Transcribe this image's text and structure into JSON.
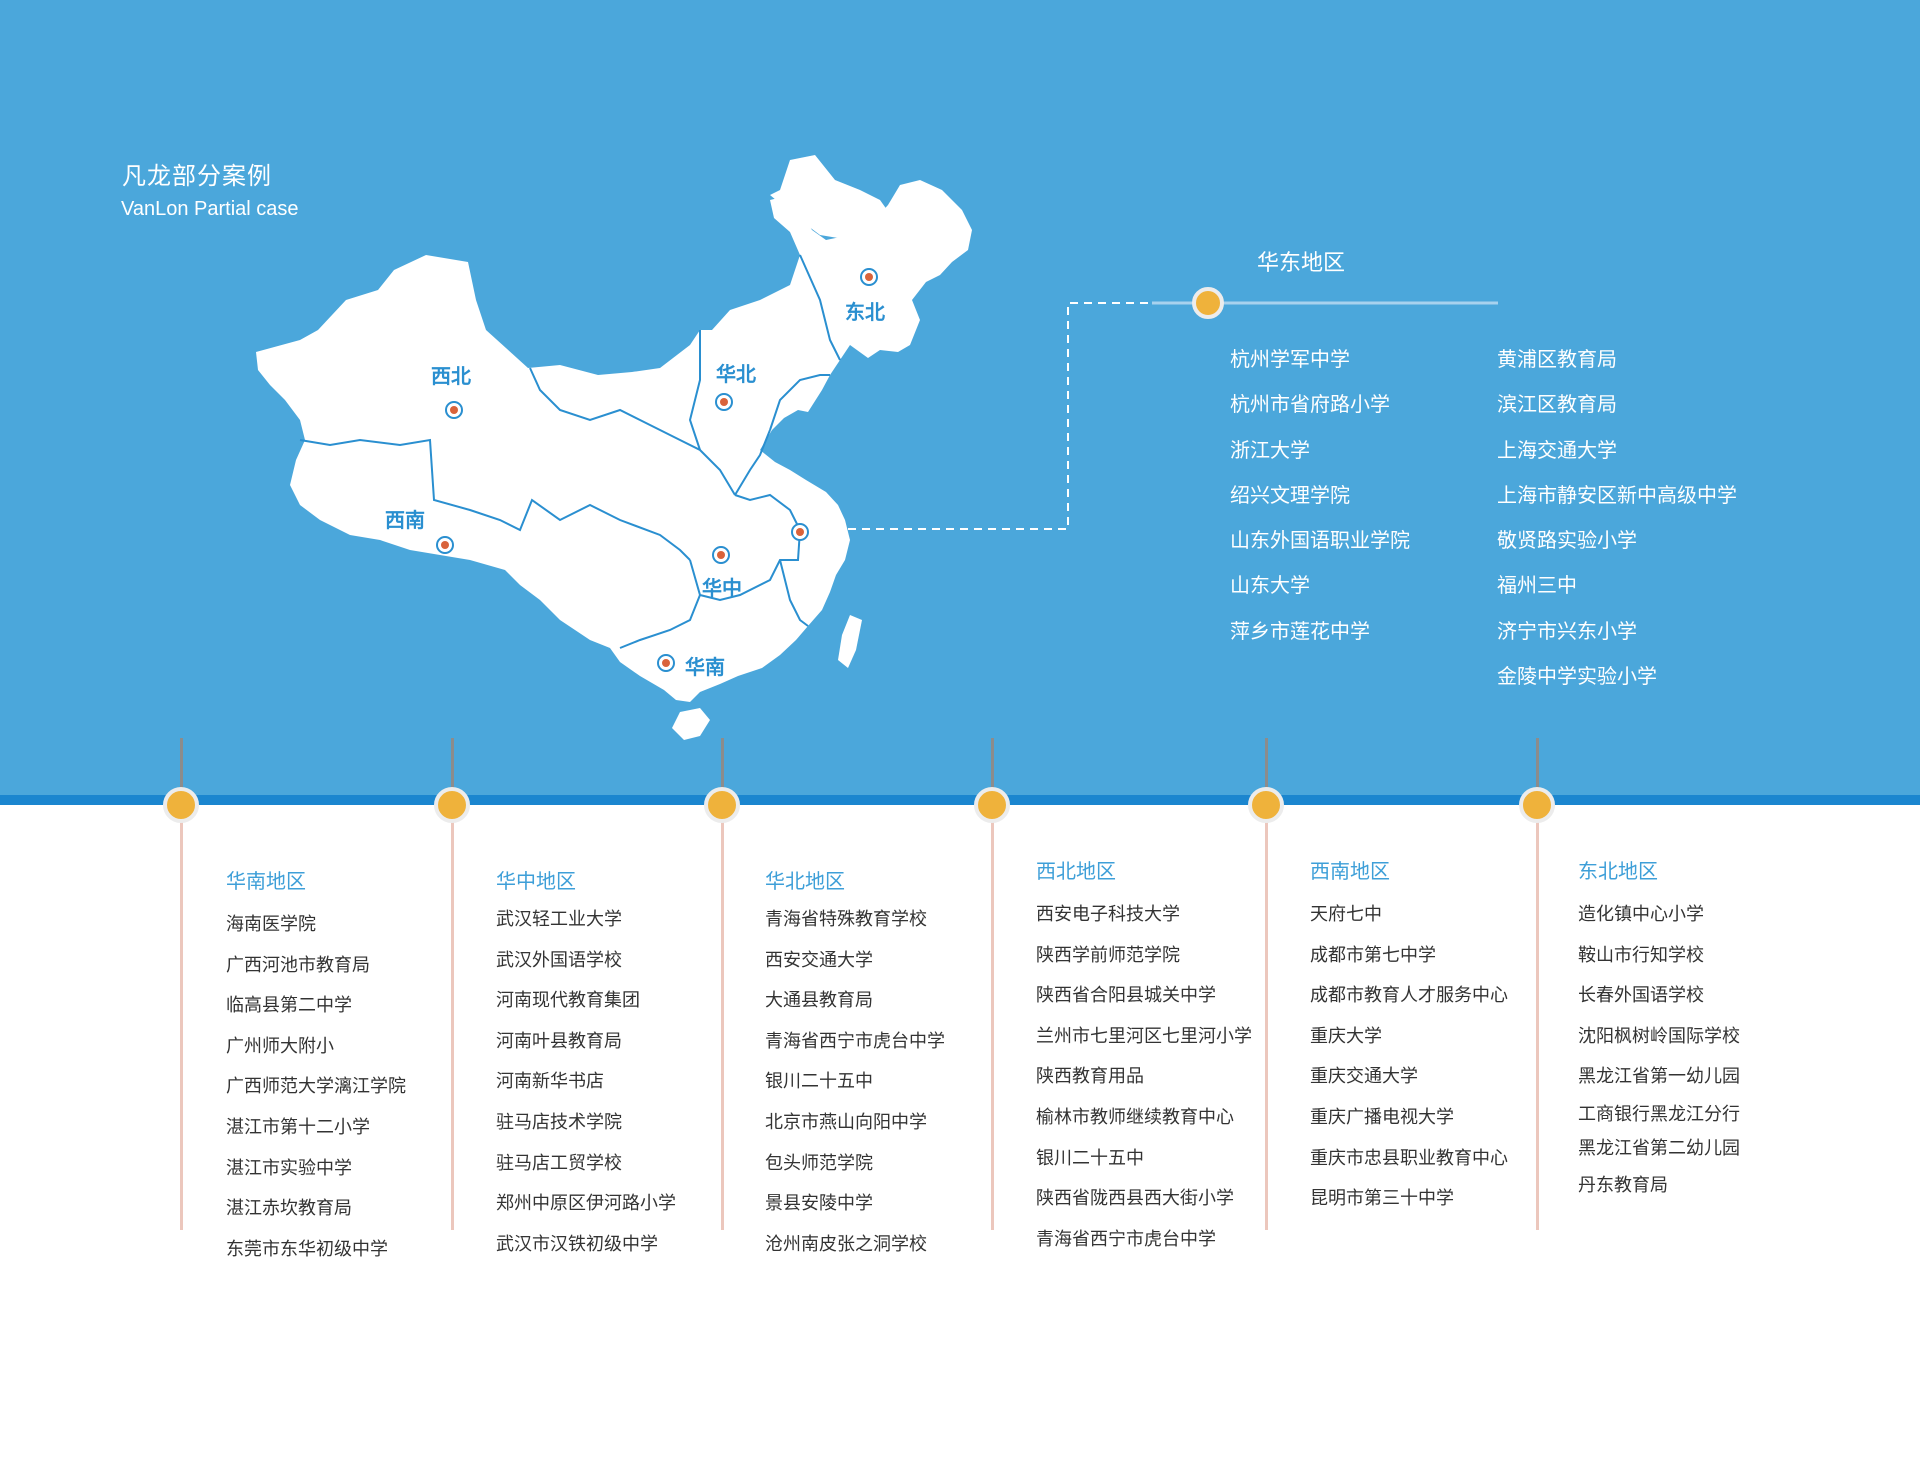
{
  "header": {
    "title_cn": "凡龙部分案例",
    "title_en": "VanLon  Partial case"
  },
  "map": {
    "regions": {
      "northwest": "西北",
      "north": "华北",
      "northeast": "东北",
      "southwest": "西南",
      "central": "华中",
      "south": "华南"
    },
    "colors": {
      "land": "#ffffff",
      "border": "#2a8fd0",
      "marker": "#d9633b"
    }
  },
  "east": {
    "title": "华东地区",
    "left": [
      "杭州学军中学",
      "杭州市省府路小学",
      "浙江大学",
      "绍兴文理学院",
      "山东外国语职业学院",
      "山东大学",
      "萍乡市莲花中学"
    ],
    "right": [
      "黄浦区教育局",
      "滨江区教育局",
      "上海交通大学",
      "上海市静安区新中高级中学",
      "敬贤路实验小学",
      "福州三中",
      "济宁市兴东小学",
      "金陵中学实验小学"
    ]
  },
  "columns": [
    {
      "title": "华南地区",
      "items": [
        "海南医学院",
        "广西河池市教育局",
        "临高县第二中学",
        "广州师大附小",
        "广西师范大学漓江学院",
        "湛江市第十二小学",
        "湛江市实验中学",
        "湛江赤坎教育局",
        "东莞市东华初级中学"
      ]
    },
    {
      "title": "华中地区",
      "items": [
        "武汉轻工业大学",
        "武汉外国语学校",
        "河南现代教育集团",
        "河南叶县教育局",
        "河南新华书店",
        "驻马店技术学院",
        "驻马店工贸学校",
        "郑州中原区伊河路小学",
        "武汉市汉铁初级中学"
      ]
    },
    {
      "title": "华北地区",
      "items": [
        "青海省特殊教育学校",
        "西安交通大学",
        "大通县教育局",
        "青海省西宁市虎台中学",
        "银川二十五中",
        "北京市燕山向阳中学",
        "包头师范学院",
        "景县安陵中学",
        "沧州南皮张之洞学校"
      ]
    },
    {
      "title": "西北地区",
      "items": [
        "西安电子科技大学",
        "陕西学前师范学院",
        "陕西省合阳县城关中学",
        "兰州市七里河区七里河小学",
        "陕西教育用品",
        "榆林市教师继续教育中心",
        "银川二十五中",
        "陕西省陇西县西大街小学",
        "青海省西宁市虎台中学"
      ]
    },
    {
      "title": "西南地区",
      "items": [
        "天府七中",
        "成都市第七中学",
        "成都市教育人才服务中心",
        "重庆大学",
        "重庆交通大学",
        "重庆广播电视大学",
        "重庆市忠县职业教育中心",
        "昆明市第三十中学"
      ]
    },
    {
      "title": "东北地区",
      "items": [
        "造化镇中心小学",
        "鞍山市行知学校",
        "长春外国语学校",
        "沈阳枫树岭国际学校",
        "黑龙江省第一幼儿园",
        "工商银行黑龙江分行",
        "黑龙江省第二幼儿园",
        "丹东教育局"
      ]
    }
  ],
  "theme": {
    "top_bg": "#4ba7db",
    "band": "#1b86cf",
    "dot": "#efb23b",
    "title_blue": "#3e9fd8"
  }
}
